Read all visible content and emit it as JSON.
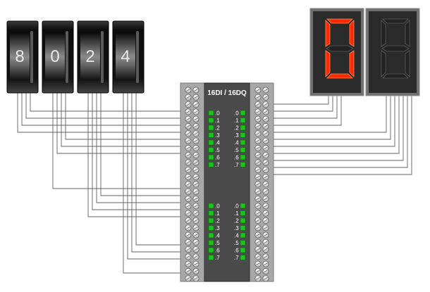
{
  "thumbwheels": [
    {
      "digit": "8"
    },
    {
      "digit": "0"
    },
    {
      "digit": "2"
    },
    {
      "digit": "4"
    }
  ],
  "module": {
    "title": "16DI / 16DQ",
    "input_labels": [
      ".0",
      ".1",
      ".2",
      ".3",
      ".4",
      ".5",
      ".6",
      ".7"
    ],
    "output_labels": [
      ".0",
      ".1",
      ".2",
      ".3",
      ".4",
      ".5",
      ".6",
      ".7"
    ]
  },
  "seven_segment": [
    {
      "digit": "0",
      "lit_segments": [
        "a",
        "b",
        "c",
        "d",
        "e",
        "f"
      ]
    },
    {
      "digit": "",
      "lit_segments": []
    }
  ],
  "colors": {
    "segment_on": "#ff2a00",
    "segment_off": "#222222",
    "led_on": "#19c41c",
    "module_body": "#4a4a4a",
    "terminal_strip": "#a8a8a8",
    "wire": "#606060"
  }
}
